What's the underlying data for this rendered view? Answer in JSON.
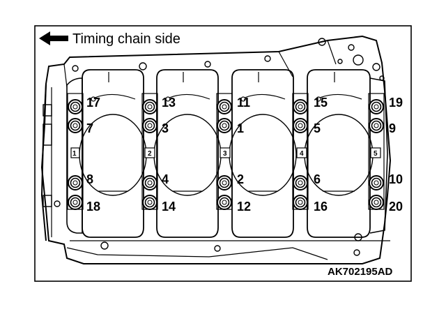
{
  "header": {
    "direction_label": "Timing chain side",
    "arrow_icon": "arrow-left-icon"
  },
  "figure_code": "AK702195AD",
  "cylinders": [
    "1",
    "2",
    "3",
    "4",
    "5"
  ],
  "bolt_labels": {
    "col1": [
      "17",
      "7",
      "8",
      "18"
    ],
    "col2": [
      "13",
      "3",
      "4",
      "14"
    ],
    "col3": [
      "11",
      "1",
      "2",
      "12"
    ],
    "col4": [
      "15",
      "5",
      "6",
      "16"
    ],
    "col5": [
      "19",
      "9",
      "10",
      "20"
    ]
  }
}
